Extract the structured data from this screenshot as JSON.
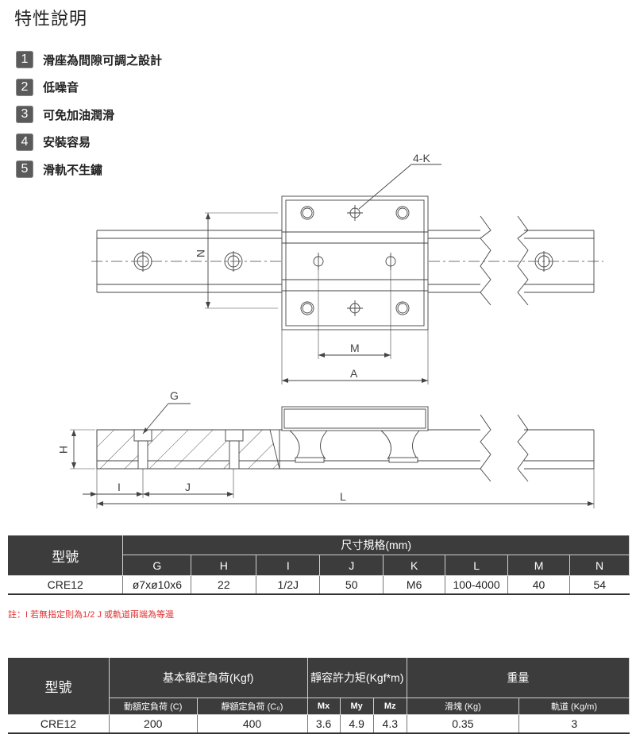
{
  "title": "特性說明",
  "features": [
    {
      "num": "1",
      "text": "滑座為間隙可調之設計"
    },
    {
      "num": "2",
      "text": "低噪音"
    },
    {
      "num": "3",
      "text": "可免加油潤滑"
    },
    {
      "num": "4",
      "text": "安裝容易"
    },
    {
      "num": "5",
      "text": "滑軌不生鏽"
    }
  ],
  "drawing_labels": {
    "k": "4-K",
    "n": "N",
    "m": "M",
    "a": "A",
    "g": "G",
    "h": "H",
    "i": "I",
    "j": "J",
    "l": "L"
  },
  "table1": {
    "model_header": "型號",
    "group_header": "尺寸規格(mm)",
    "columns": [
      "G",
      "H",
      "I",
      "J",
      "K",
      "L",
      "M",
      "N"
    ],
    "row": {
      "model": "CRE12",
      "values": [
        "ø7xø10x6",
        "22",
        "1/2J",
        "50",
        "M6",
        "100-4000",
        "40",
        "54"
      ]
    }
  },
  "note": "註：I 若無指定則為1/2 J 或軌道兩端為等邊",
  "table2": {
    "model_header": "型號",
    "load_header": "基本額定負荷(Kgf)",
    "moment_header": "靜容許力矩(Kgf*m)",
    "weight_header": "重量",
    "sub_dynamic": "動額定負荷 (C)",
    "sub_static": "靜額定負荷 (C₀)",
    "sub_mx": "Mx",
    "sub_my": "My",
    "sub_mz": "Mz",
    "sub_block": "滑塊 (Kg)",
    "sub_rail": "軌道 (Kg/m)",
    "row": {
      "model": "CRE12",
      "c": "200",
      "c0": "400",
      "mx": "3.6",
      "my": "4.9",
      "mz": "4.3",
      "block": "0.35",
      "rail": "3"
    }
  },
  "colors": {
    "header_bg": "#3c3c3c",
    "note": "#e03030",
    "line": "#444444"
  }
}
